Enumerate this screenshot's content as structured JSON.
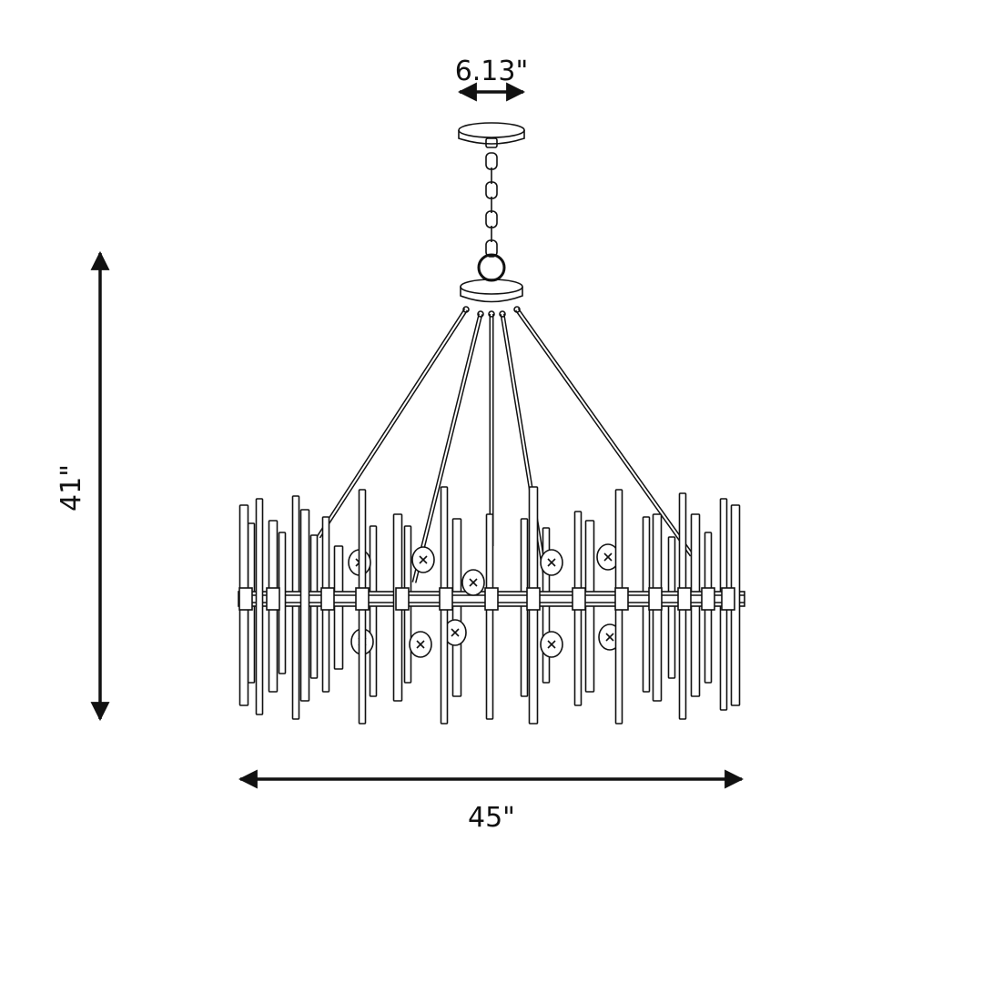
{
  "dimensions": {
    "canopy_width": "6.13\"",
    "height": "41\"",
    "width": "45\""
  },
  "colors": {
    "ink": "#111111",
    "background": "#ffffff"
  }
}
